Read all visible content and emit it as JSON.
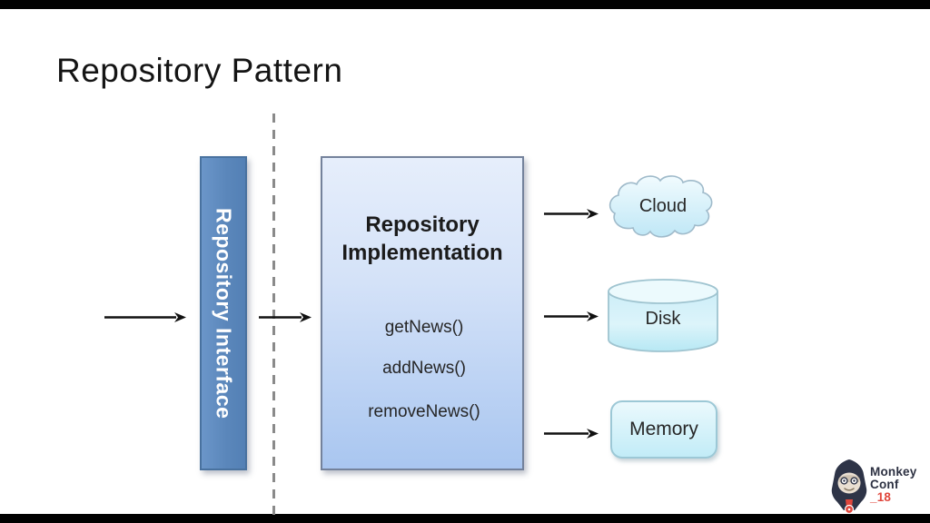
{
  "slide": {
    "title": "Repository Pattern"
  },
  "diagram": {
    "interface_label": "Repository Interface",
    "implementation": {
      "title": "Repository Implementation",
      "methods": [
        "getNews()",
        "addNews()",
        "removeNews()"
      ]
    },
    "backends": [
      {
        "shape": "cloud",
        "label": "Cloud"
      },
      {
        "shape": "cylinder",
        "label": "Disk"
      },
      {
        "shape": "rounded-box",
        "label": "Memory"
      }
    ],
    "colors": {
      "interface_fill": "#5b87bb",
      "implementation_top": "#e6eefb",
      "implementation_bottom": "#a9c6f0",
      "backend_fill_top": "#ebf9fd",
      "backend_fill_bottom": "#c2ecf7",
      "arrow": "#111111",
      "dashed_divider": "#8a8a8a"
    }
  },
  "logo": {
    "icon": "monkey-gorilla-icon",
    "line1": "Monkey",
    "line2": "Conf",
    "line3": "_18",
    "navy_color": "#2d3142",
    "red_color": "#e0463c"
  }
}
